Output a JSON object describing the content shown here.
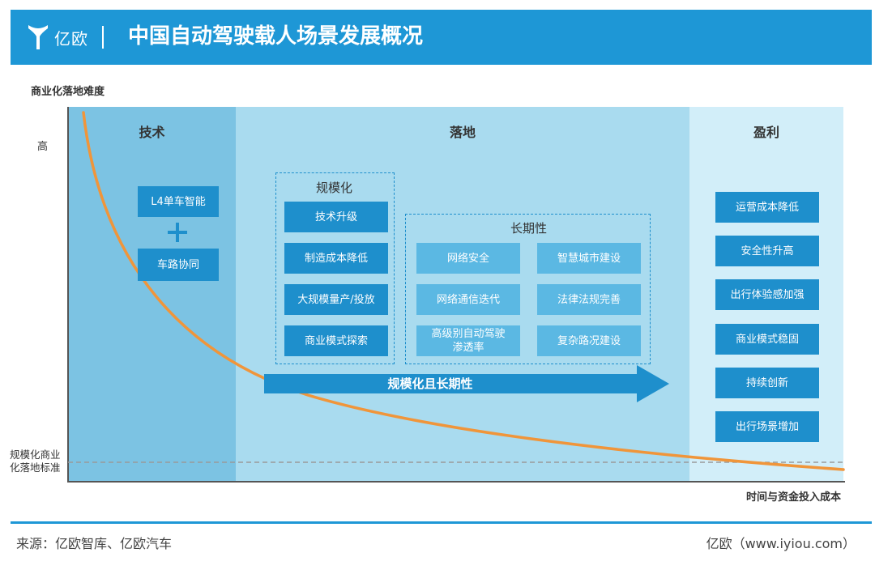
{
  "header": {
    "logo_text": "亿欧",
    "title": "中国自动驾驶载人场景发展概况"
  },
  "axes": {
    "y_title": "商业化落地难度",
    "y_high": "高",
    "std_line_1": "规模化商业",
    "std_line_2": "化落地标准",
    "x_title": "时间与资金投入成本"
  },
  "panels": {
    "tech": {
      "title": "技术",
      "items": [
        "L4单车智能",
        "车路协同"
      ]
    },
    "landing": {
      "title": "落地",
      "scale": {
        "label": "规模化",
        "items": [
          "技术升级",
          "制造成本降低",
          "大规模量产/投放",
          "商业模式探索"
        ]
      },
      "longterm": {
        "label": "长期性",
        "items": [
          "网络安全",
          "智慧城市建设",
          "网络通信迭代",
          "法律法规完善",
          "高级别自动驾驶渗透率",
          "复杂路况建设"
        ]
      },
      "arrow_label": "规模化且长期性"
    },
    "profit": {
      "title": "盈利",
      "items": [
        "运营成本降低",
        "安全性升高",
        "出行体验感加强",
        "商业模式稳固",
        "持续创新",
        "出行场景增加"
      ]
    }
  },
  "colors": {
    "brand": "#1e97d6",
    "curve": "#f0953a",
    "box_dark": "#1e8fcc",
    "box_mid": "#5bb8e3"
  },
  "footer": {
    "source": "来源：亿欧智库、亿欧汽车",
    "site": "亿欧（www.iyiou.com）"
  }
}
